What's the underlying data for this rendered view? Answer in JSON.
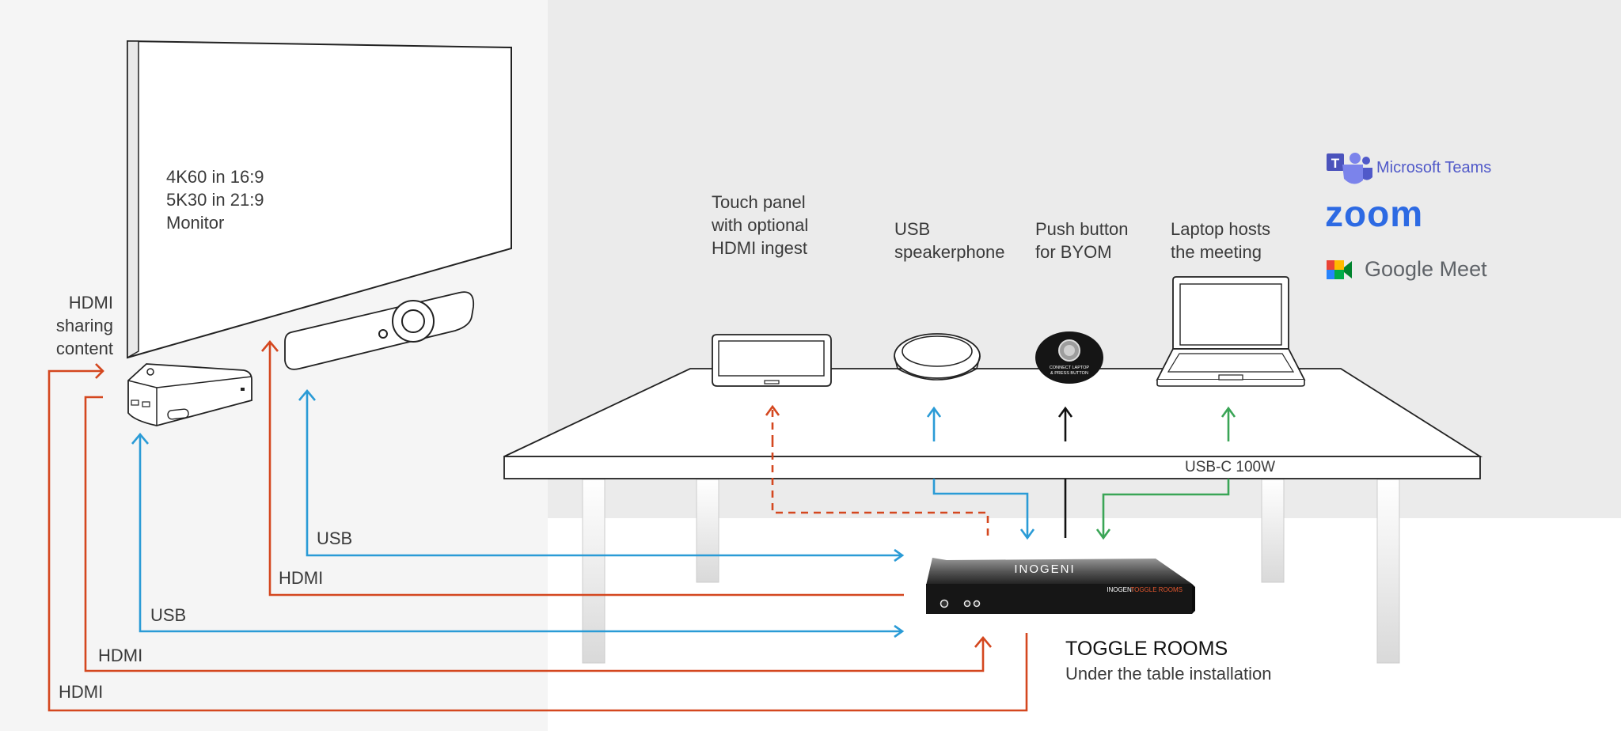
{
  "monitor_label": [
    "4K60 in 16:9",
    "5K30 in 21:9",
    "Monitor"
  ],
  "hdmi_sharing_label": [
    "HDMI",
    "sharing",
    "content"
  ],
  "devices": {
    "touch_panel": [
      "Touch panel",
      "with optional",
      "HDMI ingest"
    ],
    "speakerphone": [
      "USB",
      "speakerphone"
    ],
    "push_button": [
      "Push button",
      "for BYOM"
    ],
    "laptop": [
      "Laptop hosts",
      "the meeting"
    ]
  },
  "push_button_text": [
    "CONNECT LAPTOP",
    "& PRESS BUTTON"
  ],
  "platforms": {
    "teams": "Microsoft Teams",
    "zoom": "zoom",
    "meet": "Google Meet"
  },
  "cable_labels": {
    "usb_c": "USB-C 100W",
    "usb_camera": "USB",
    "hdmi_camera": "HDMI",
    "usb_pc": "USB",
    "hdmi_pc": "HDMI",
    "hdmi_sharing": "HDMI"
  },
  "product": {
    "title": "TOGGLE ROOMS",
    "subtitle": "Under the table installation",
    "brand": "INOGENI",
    "model": "TOGGLE ROOMS"
  },
  "colors": {
    "hdmi": "#d4471f",
    "usb": "#2a9bd6",
    "usb_c": "#3aa556",
    "button": "#111111",
    "wall": "#f4f4f4",
    "back_wall": "#ebebeb",
    "teams": "#5059c9",
    "zoom": "#2d6ae3",
    "meet_text": "#5f6368"
  }
}
